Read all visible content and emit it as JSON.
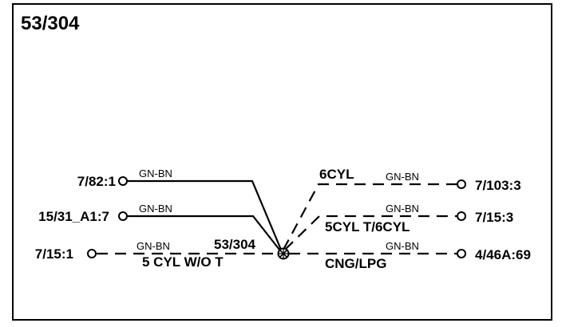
{
  "diagram": {
    "splice_id": "53/304",
    "splice_label": "53/304",
    "left_terminals": [
      "7/82:1",
      "15/31_A1:7",
      "7/15:1"
    ],
    "right_terminals": [
      "7/103:3",
      "7/15:3",
      "4/46A:69"
    ],
    "wire_color": "GN-BN",
    "options": {
      "five_cyl_without_turbo": "5 CYL W/O T",
      "six_cyl": "6CYL",
      "five_cyl_turbo_six_cyl": "5CYL T/6CYL",
      "cng_lpg": "CNG/LPG"
    }
  }
}
